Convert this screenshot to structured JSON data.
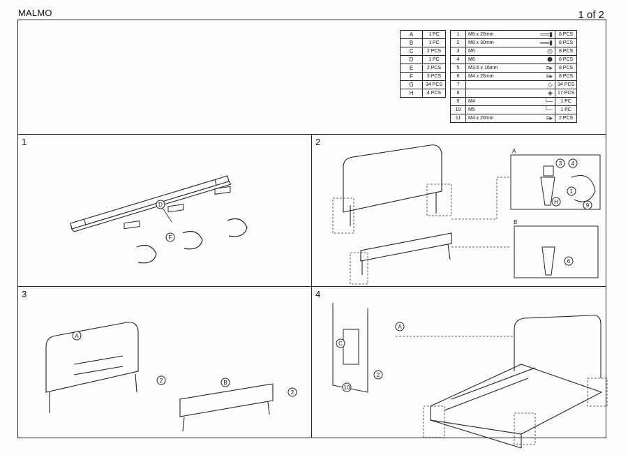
{
  "header": {
    "title": "MALMO",
    "page": "1 of 2"
  },
  "parts_table": [
    {
      "letter": "A",
      "qty": "1 PC"
    },
    {
      "letter": "B",
      "qty": "1 PC"
    },
    {
      "letter": "C",
      "qty": "2 PCS"
    },
    {
      "letter": "D",
      "qty": "1 PC"
    },
    {
      "letter": "E",
      "qty": "2 PCS"
    },
    {
      "letter": "F",
      "qty": "3 PCS"
    },
    {
      "letter": "G",
      "qty": "34 PCS"
    },
    {
      "letter": "H",
      "qty": "4 PCS"
    }
  ],
  "hardware_table": [
    {
      "num": "1",
      "desc": "M6 x 20mm",
      "qty": "8 PCS",
      "icon": "bolt-icon"
    },
    {
      "num": "2",
      "desc": "M8 x 30mm",
      "qty": "8 PCS",
      "icon": "bolt-icon"
    },
    {
      "num": "3",
      "desc": "M6",
      "qty": "8 PCS",
      "icon": "washer-icon"
    },
    {
      "num": "4",
      "desc": "M6",
      "qty": "8 PCS",
      "icon": "nut-icon"
    },
    {
      "num": "5",
      "desc": "M3.5 x 16mm",
      "qty": "8 PCS",
      "icon": "screw-icon"
    },
    {
      "num": "6",
      "desc": "M4 x 25mm",
      "qty": "8 PCS",
      "icon": "screw-icon"
    },
    {
      "num": "7",
      "desc": "",
      "qty": "34 PCS",
      "icon": "button-icon"
    },
    {
      "num": "8",
      "desc": "",
      "qty": "17 PCS",
      "icon": "cap-icon"
    },
    {
      "num": "9",
      "desc": "M4",
      "qty": "1 PC",
      "icon": "allen-key-icon"
    },
    {
      "num": "10",
      "desc": "M5",
      "qty": "1 PC",
      "icon": "allen-key-icon"
    },
    {
      "num": "11",
      "desc": "M4 x 20mm",
      "qty": "2 PCS",
      "icon": "screw-icon"
    }
  ],
  "steps": [
    {
      "num": "1",
      "labels": [
        "D",
        "F"
      ]
    },
    {
      "num": "2",
      "labels": [
        "A",
        "B",
        "1",
        "3",
        "4",
        "9",
        "H",
        "6"
      ]
    },
    {
      "num": "3",
      "labels": [
        "A",
        "B",
        "2",
        "2"
      ]
    },
    {
      "num": "4",
      "labels": [
        "C",
        "A",
        "2",
        "10"
      ]
    }
  ]
}
